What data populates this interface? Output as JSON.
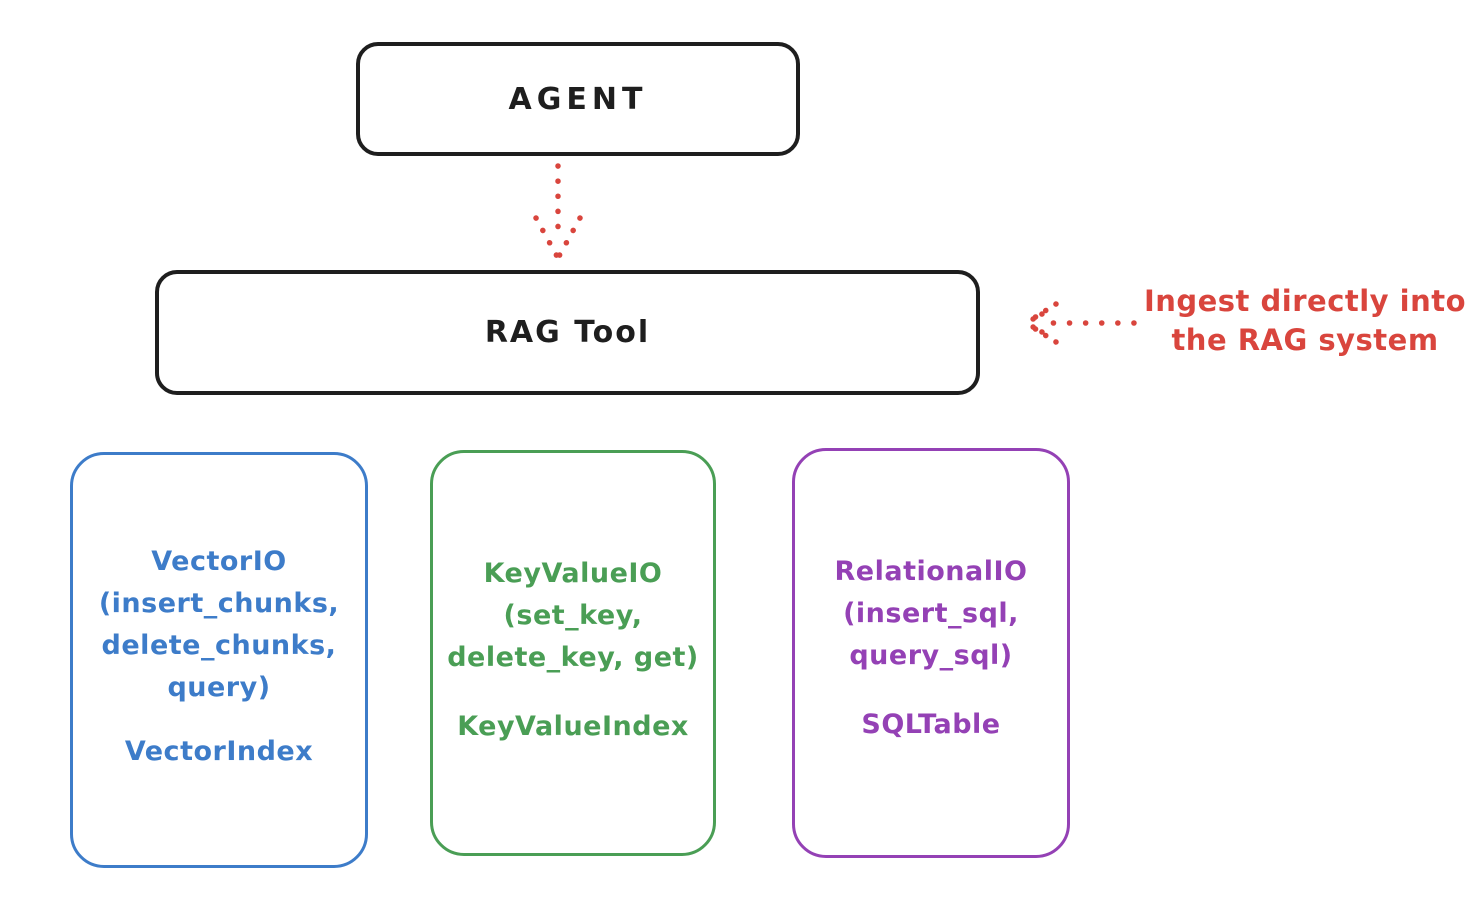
{
  "colors": {
    "stroke_black": "#1e1e1e",
    "accent_red": "#d9453d",
    "vector_blue": "#3d7cc9",
    "keyvalue_green": "#4a9e55",
    "relational_purple": "#9441b5",
    "background": "#ffffff"
  },
  "diagram": {
    "agent": {
      "label": "AGENT"
    },
    "rag_tool": {
      "label": "RAG Tool"
    },
    "annotation": {
      "line1": "Ingest directly into",
      "line2": "the RAG system"
    },
    "icons": {
      "agent_to_rag": "dotted-arrow-down-icon",
      "ingest_pointer": "dotted-arrow-left-icon"
    },
    "backends": [
      {
        "name": "vector-io",
        "api_lines": [
          "VectorIO",
          "(insert_chunks,",
          "delete_chunks,",
          "query)"
        ],
        "index_label": "VectorIndex",
        "color": "#3d7cc9"
      },
      {
        "name": "keyvalue-io",
        "api_lines": [
          "KeyValueIO",
          "(set_key,",
          "delete_key, get)"
        ],
        "index_label": "KeyValueIndex",
        "color": "#4a9e55"
      },
      {
        "name": "relational-io",
        "api_lines": [
          "RelationalIO",
          "(insert_sql,",
          "query_sql)"
        ],
        "index_label": "SQLTable",
        "color": "#9441b5"
      }
    ]
  }
}
